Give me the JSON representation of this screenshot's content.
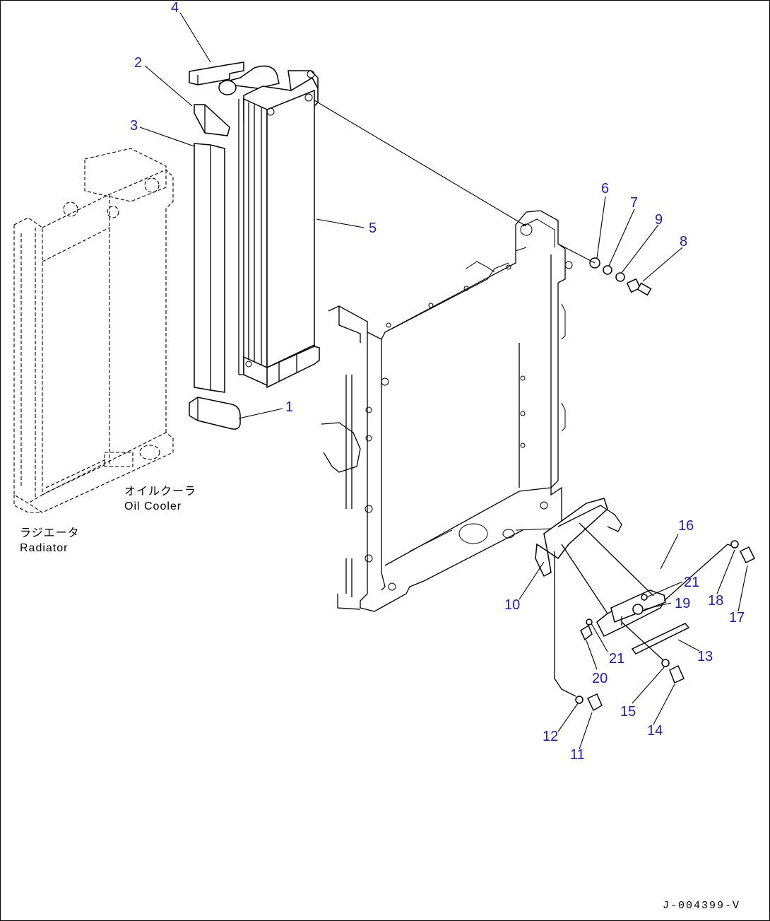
{
  "callouts": [
    "1",
    "2",
    "3",
    "4",
    "5",
    "6",
    "7",
    "8",
    "9",
    "10",
    "11",
    "12",
    "13",
    "14",
    "15",
    "16",
    "17",
    "18",
    "19",
    "20",
    "21",
    "21"
  ],
  "labels": {
    "oil_cooler_jp": "オイルクーラ",
    "oil_cooler_en": "Oil Cooler",
    "radiator_jp": "ラジエータ",
    "radiator_en": "Radiator"
  },
  "drawing_code": "J-004399-V"
}
